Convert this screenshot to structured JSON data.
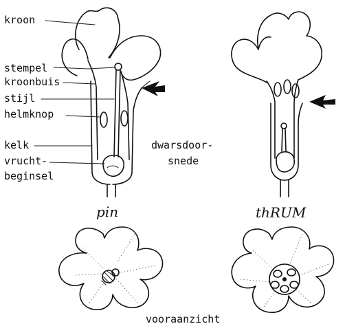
{
  "labels": {
    "kroon": "kroon",
    "stempel": "stempel",
    "kroonbuis": "kroonbuis",
    "stijl": "stijl",
    "helmknop": "helmknop",
    "kelk": "kelk",
    "vruchtbeginsel_1": "vrucht-",
    "vruchtbeginsel_2": "beginsel",
    "dwarsdoorsnede_1": "dwarsdoor-",
    "dwarsdoorsnede_2": "snede",
    "pin": "pin",
    "thrum": "thRUM",
    "vooraanzicht": "vooraanzicht"
  }
}
